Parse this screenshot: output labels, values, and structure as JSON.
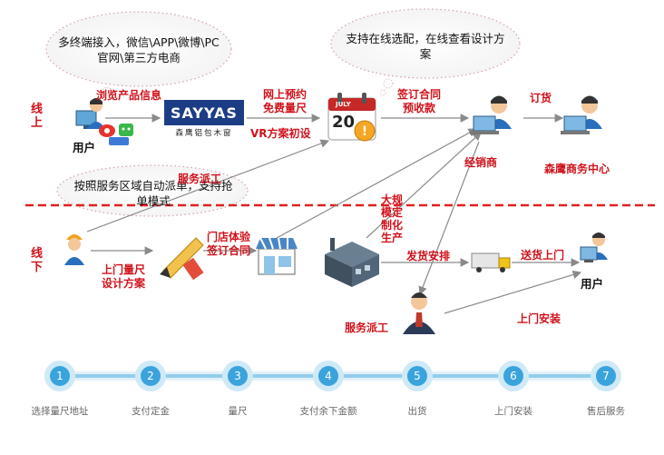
{
  "colors": {
    "accent_red": "#d0121b",
    "divider_red": "#e02020",
    "timeline_blue": "#3aa3dc",
    "timeline_light": "#cfe9f7",
    "logo_blue": "#1c3d86"
  },
  "zones": {
    "online": "线上",
    "offline": "线下"
  },
  "bubbles": {
    "channels": "多终端接入，微信\\APP\\微博\\PC官网\\第三方电商",
    "online_selection": "支持在线选配，在线查看设计方案",
    "dispatch": "按照服务区域自动派单，支持抢单模式"
  },
  "logo": {
    "name": "SAYYAS",
    "subtitle": "森鹰铝包木窗"
  },
  "calendar": {
    "month": "JULY",
    "day": "20"
  },
  "labels": {
    "browse_products": "浏览产品信息",
    "user_online": "用户",
    "online_booking": "网上预约免费量尺",
    "vr_design": "VR方案初设",
    "sign_contract_deposit": "签订合同预收款",
    "order": "订货",
    "dealer": "经销商",
    "senying_center": "森鹰商务中心",
    "service_dispatch_top": "服务派工",
    "large_custom": "大规模定制化生产",
    "store_experience": "门店体验签订合同",
    "onsite_measure": "上门量尺设计方案",
    "ship_arrange": "发货安排",
    "deliver_home": "送货上门",
    "user_offline": "用户",
    "service_dispatch_bottom": "服务派工",
    "install_home": "上门安装"
  },
  "timeline": {
    "steps": [
      {
        "num": "1",
        "label": "选择量尺地址"
      },
      {
        "num": "2",
        "label": "支付定金"
      },
      {
        "num": "3",
        "label": "量尺"
      },
      {
        "num": "4",
        "label": "支付余下金额"
      },
      {
        "num": "5",
        "label": "出货"
      },
      {
        "num": "6",
        "label": "上门安装"
      },
      {
        "num": "7",
        "label": "售后服务"
      }
    ]
  },
  "icons": {
    "user": "user-computer-icon",
    "weibo": "weibo-icon",
    "wechat": "wechat-icon",
    "calendar": "calendar-alert-icon",
    "dealer": "dealer-computer-icon",
    "center": "business-center-icon",
    "worker": "worker-icon",
    "tools": "design-tools-icon",
    "store": "store-icon",
    "factory": "factory-icon",
    "truck": "truck-icon",
    "installer": "installer-icon"
  }
}
